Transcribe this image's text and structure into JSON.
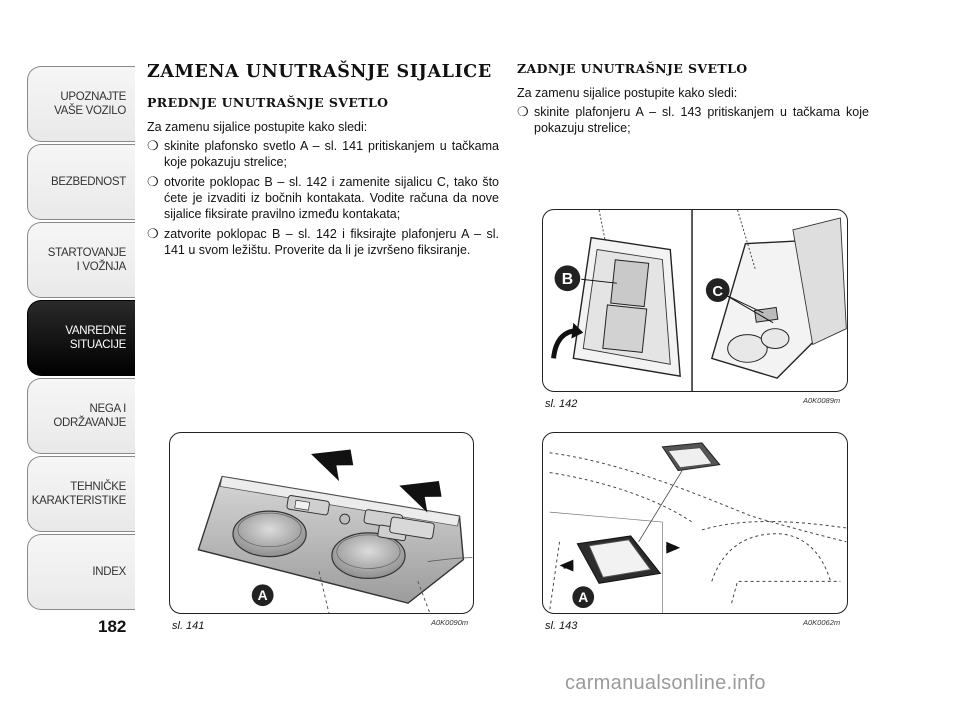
{
  "side_tabs": [
    {
      "label": "UPOZNAJTE\nVAŠE VOZILO",
      "active": false
    },
    {
      "label": "BEZBEDNOST",
      "active": false
    },
    {
      "label": "STARTOVANJE\nI VOŽNJA",
      "active": false
    },
    {
      "label": "VANREDNE\nSITUACIJE",
      "active": true
    },
    {
      "label": "NEGA I\nODRŽAVANJE",
      "active": false
    },
    {
      "label": "TEHNIČKE\nKARAKTERISTIKE",
      "active": false
    },
    {
      "label": "INDEX",
      "active": false
    }
  ],
  "page_number": "182",
  "left": {
    "title": "ZAMENA UNUTRAŠNJE SIJALICE",
    "subtitle": "PREDNJE UNUTRAŠNJE SVETLO",
    "intro": "Za zamenu sijalice postupite kako sledi:",
    "bullet_glyph": "❍",
    "bullets": [
      "skinite plafonsko svetlo A – sl. 141 pritiskanjem u tačkama koje pokazuju strelice;",
      "otvorite poklopac B – sl. 142 i zamenite sijalicu C, tako što ćete je izvaditi iz bočnih kontakata. Vodite računa da nove sijalice fiksirate pravilno između kontakata;",
      "zatvorite poklopac B – sl. 142 i fiksirajte plafonjeru A – sl. 141 u svom ležištu. Proverite da li je izvršeno fiksiranje."
    ]
  },
  "right": {
    "subtitle": "ZADNJE UNUTRAŠNJE SVETLO",
    "intro": "Za zamenu sijalice postupite kako sledi:",
    "bullets": [
      "skinite plafonjeru A – sl. 143 pritiskanjem u tačkama koje pokazuju strelice;"
    ]
  },
  "figures": {
    "fig141": {
      "caption": "sl. 141",
      "code": "A0K0090m",
      "label_a": "A"
    },
    "fig142": {
      "caption": "sl. 142",
      "code": "A0K0089m",
      "label_b": "B",
      "label_c": "C"
    },
    "fig143": {
      "caption": "sl. 143",
      "code": "A0K0062m",
      "label_a": "A"
    }
  },
  "watermark": "carmanualsonline.info"
}
